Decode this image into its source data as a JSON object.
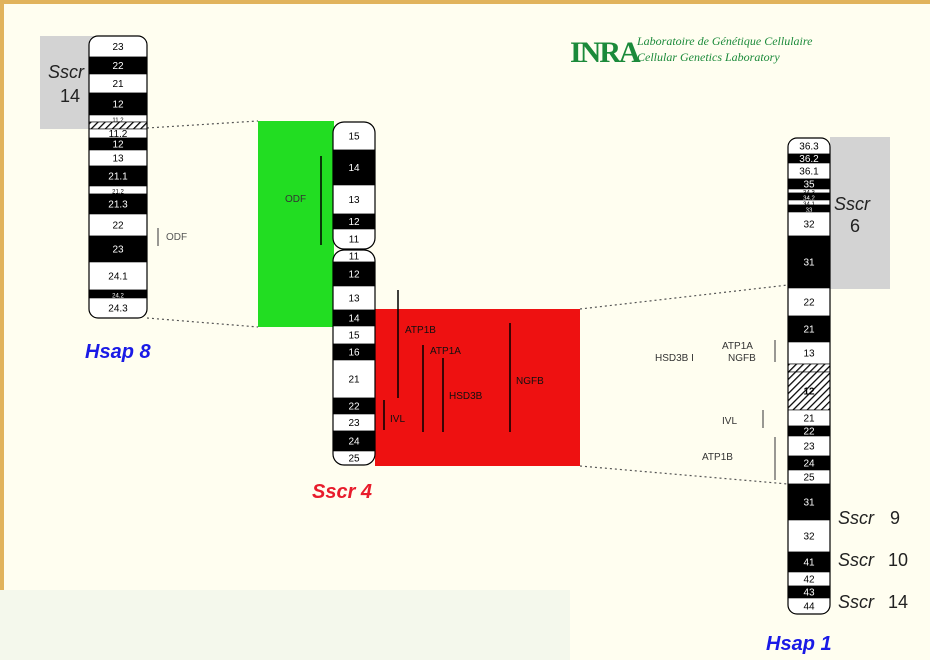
{
  "header": {
    "logo": "INRA",
    "lab_fr": "Laboratoire de Génétique Cellulaire",
    "lab_en": "Cellular Genetics Laboratory"
  },
  "colors": {
    "frame": "#e1b35c",
    "background": "#fffef0",
    "hsap_label": "#1a1ae6",
    "sscr4_label": "#e81c2c",
    "green_region": "#22dd22",
    "red_region": "#ee1111",
    "grey_region": "#d3d3d3"
  },
  "hsap8": {
    "label": "Hsap 8",
    "sscr_region": {
      "name": "Sscr",
      "number": "14"
    },
    "bands": [
      {
        "label": "23",
        "fill": "white"
      },
      {
        "label": "22",
        "fill": "black"
      },
      {
        "label": "21",
        "fill": "white"
      },
      {
        "label": "12",
        "fill": "black"
      },
      {
        "label": "11.2",
        "fill": "white"
      },
      {
        "label": "",
        "fill": "hatch"
      },
      {
        "label": "11.2",
        "fill": "white"
      },
      {
        "label": "12",
        "fill": "black"
      },
      {
        "label": "13",
        "fill": "white"
      },
      {
        "label": "21.1",
        "fill": "black"
      },
      {
        "label": "21.2",
        "fill": "white"
      },
      {
        "label": "21.3",
        "fill": "black"
      },
      {
        "label": "22",
        "fill": "white"
      },
      {
        "label": "23",
        "fill": "black"
      },
      {
        "label": "24.1",
        "fill": "white"
      },
      {
        "label": "24.2",
        "fill": "black"
      },
      {
        "label": "24.3",
        "fill": "white"
      }
    ],
    "genes": [
      "ODF"
    ]
  },
  "sscr4": {
    "label": "Sscr 4",
    "bands": [
      {
        "label": "15",
        "fill": "white"
      },
      {
        "label": "14",
        "fill": "black"
      },
      {
        "label": "13",
        "fill": "white"
      },
      {
        "label": "12",
        "fill": "black"
      },
      {
        "label": "11",
        "fill": "white"
      },
      {
        "label": "11",
        "fill": "white"
      },
      {
        "label": "12",
        "fill": "black"
      },
      {
        "label": "13",
        "fill": "white"
      },
      {
        "label": "14",
        "fill": "black"
      },
      {
        "label": "15",
        "fill": "white"
      },
      {
        "label": "16",
        "fill": "black"
      },
      {
        "label": "21",
        "fill": "white"
      },
      {
        "label": "22",
        "fill": "black"
      },
      {
        "label": "23",
        "fill": "white"
      },
      {
        "label": "24",
        "fill": "black"
      },
      {
        "label": "25",
        "fill": "white"
      }
    ],
    "genes_green": [
      "ODF"
    ],
    "genes_red": [
      "ATP1B",
      "ATP1A",
      "HSD3B",
      "NGFB",
      "IVL"
    ]
  },
  "hsap1": {
    "label": "Hsap 1",
    "sscr_regions": [
      {
        "name": "Sscr",
        "number": "6"
      },
      {
        "name": "Sscr",
        "number": "9"
      },
      {
        "name": "Sscr",
        "number": "10"
      },
      {
        "name": "Sscr",
        "number": "14"
      }
    ],
    "bands": [
      {
        "label": "36.3",
        "fill": "white"
      },
      {
        "label": "36.2",
        "fill": "black"
      },
      {
        "label": "36.1",
        "fill": "white"
      },
      {
        "label": "35",
        "fill": "black"
      },
      {
        "label": "34.3",
        "fill": "white"
      },
      {
        "label": "34.2",
        "fill": "black"
      },
      {
        "label": "34.1",
        "fill": "white"
      },
      {
        "label": "33",
        "fill": "black"
      },
      {
        "label": "32",
        "fill": "white"
      },
      {
        "label": "31",
        "fill": "black"
      },
      {
        "label": "22",
        "fill": "white"
      },
      {
        "label": "21",
        "fill": "black"
      },
      {
        "label": "13",
        "fill": "white"
      },
      {
        "label": "",
        "fill": "hatch"
      },
      {
        "label": "12",
        "fill": "hatch"
      },
      {
        "label": "21",
        "fill": "white"
      },
      {
        "label": "22",
        "fill": "black"
      },
      {
        "label": "23",
        "fill": "white"
      },
      {
        "label": "24",
        "fill": "black"
      },
      {
        "label": "25",
        "fill": "white"
      },
      {
        "label": "31",
        "fill": "black"
      },
      {
        "label": "32",
        "fill": "white"
      },
      {
        "label": "41",
        "fill": "black"
      },
      {
        "label": "42",
        "fill": "white"
      },
      {
        "label": "43",
        "fill": "black"
      },
      {
        "label": "44",
        "fill": "white"
      }
    ],
    "genes": [
      "ATP1A",
      "NGFB",
      "HSD3B I",
      "IVL",
      "ATP1B"
    ]
  }
}
